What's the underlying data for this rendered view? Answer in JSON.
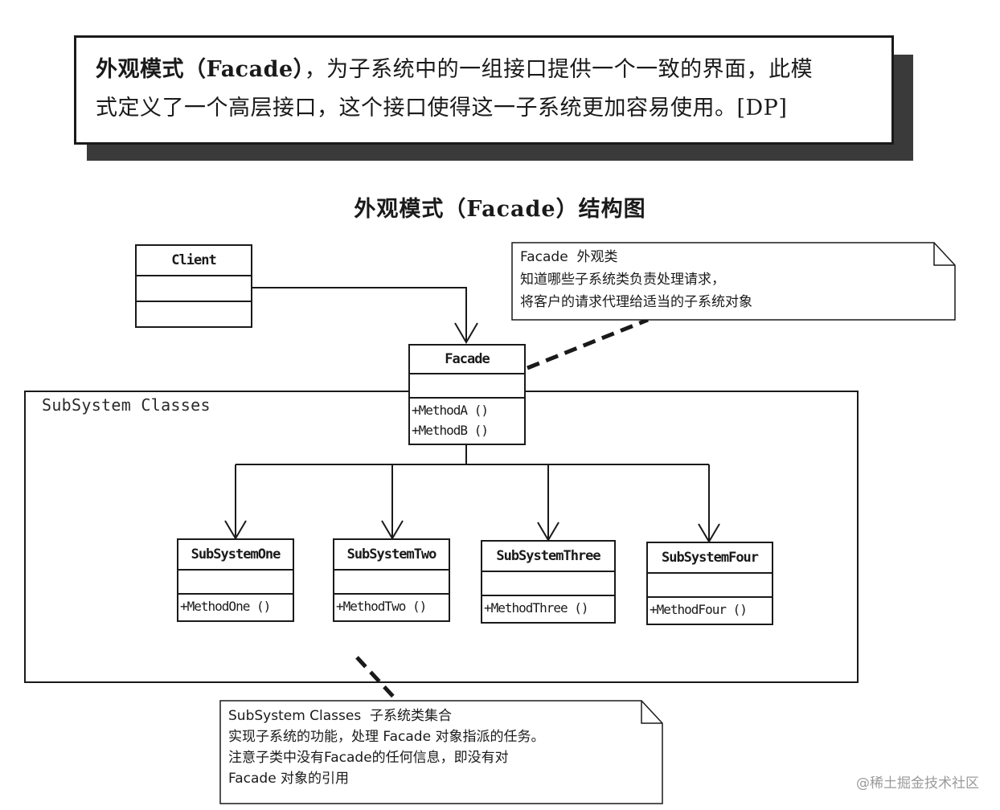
{
  "definition": {
    "term": "外观模式（Facade）",
    "line1_rest": "，为子系统中的一组接口提供一个一致的界面，此模",
    "line2": "式定义了一个高层接口，这个接口使得这一子系统更加容易使用。[DP]"
  },
  "diagram_title": "外观模式（Facade）结构图",
  "classes": {
    "client": {
      "name": "Client"
    },
    "facade": {
      "name": "Facade",
      "op1": "+MethodA ()",
      "op2": "+MethodB ()"
    },
    "sub1": {
      "name": "SubSystemOne",
      "op": "+MethodOne ()"
    },
    "sub2": {
      "name": "SubSystemTwo",
      "op": "+MethodTwo ()"
    },
    "sub3": {
      "name": "SubSystemThree",
      "op": "+MethodThree ()"
    },
    "sub4": {
      "name": "SubSystemFour",
      "op": "+MethodFour ()"
    }
  },
  "package_label": "SubSystem Classes",
  "notes": {
    "facade_note": {
      "line1": "Facade  外观类",
      "line2": "知道哪些子系统类负责处理请求，",
      "line3": "将客户的请求代理给适当的子系统对象"
    },
    "subsystem_note": {
      "line1": "SubSystem Classes  子系统类集合",
      "line2": "实现子系统的功能，处理 Facade 对象指派的任务。",
      "line3": "注意子类中没有Facade的任何信息，即没有对",
      "line4": "Facade 对象的引用"
    }
  },
  "watermark": "@稀土掘金技术社区"
}
